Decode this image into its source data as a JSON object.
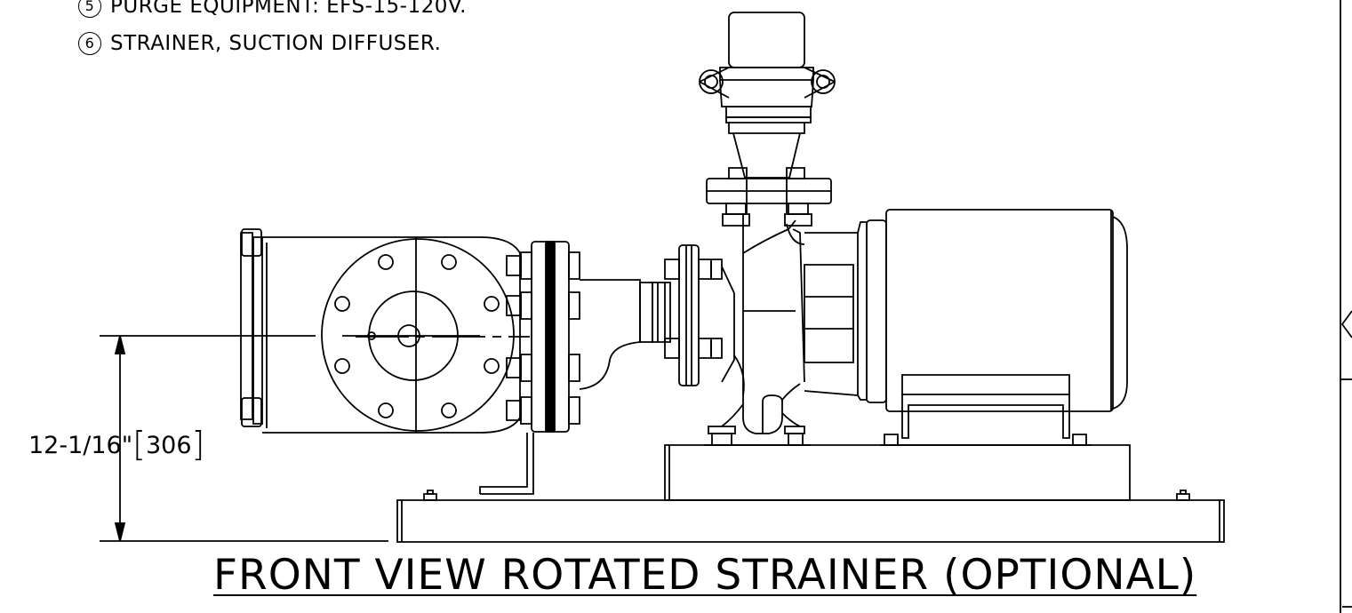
{
  "notes": [
    {
      "number": "5",
      "text": "PURGE EQUIPMENT:  EFS-15-120V."
    },
    {
      "number": "6",
      "text": "STRAINER, SUCTION DIFFUSER."
    }
  ],
  "dimension": {
    "imperial": "12-1/16\"",
    "metric": "306"
  },
  "view_title": "FRONT VIEW ROTATED STRAINER (OPTIONAL)"
}
